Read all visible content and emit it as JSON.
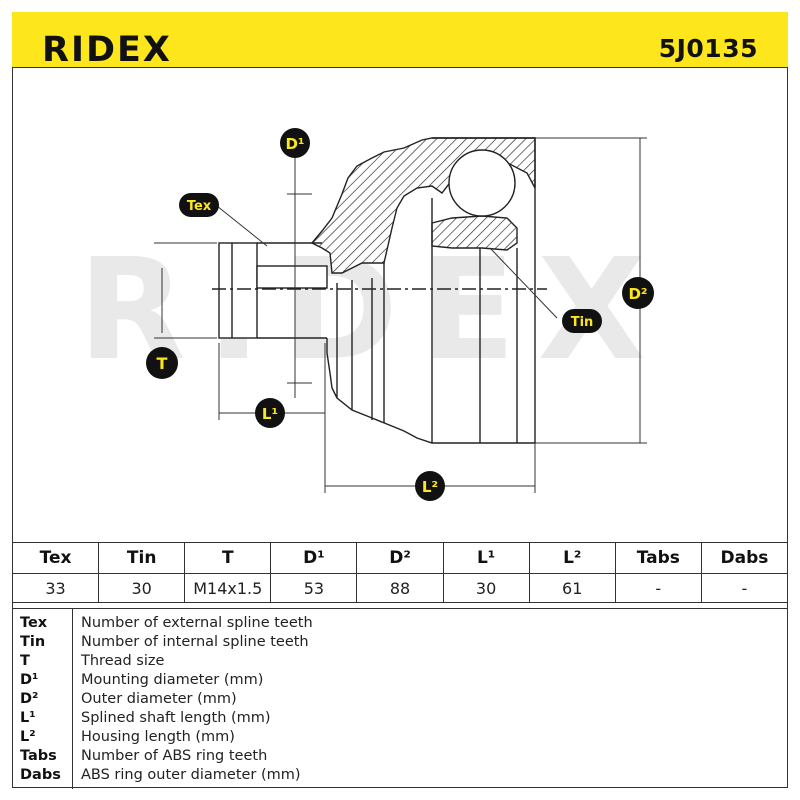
{
  "header": {
    "brand": "RIDEX",
    "part_number": "5J0135",
    "accent_color": "#fde61b"
  },
  "drawing": {
    "watermark": "RIDEX",
    "labels": {
      "d1": "D¹",
      "d2": "D²",
      "tex": "Tex",
      "tin": "Tin",
      "t": "T",
      "l1": "L¹",
      "l2": "L²"
    }
  },
  "spec_table": {
    "headers": [
      "Tex",
      "Tin",
      "T",
      "D¹",
      "D²",
      "L¹",
      "L²",
      "Tabs",
      "Dabs"
    ],
    "values": [
      "33",
      "30",
      "M14x1.5",
      "53",
      "88",
      "30",
      "61",
      "-",
      "-"
    ]
  },
  "legend": [
    {
      "abbr": "Tex",
      "desc": "Number of external spline teeth"
    },
    {
      "abbr": "Tin",
      "desc": "Number of internal spline teeth"
    },
    {
      "abbr": "T",
      "desc": "Thread size"
    },
    {
      "abbr": "D¹",
      "desc": "Mounting diameter (mm)"
    },
    {
      "abbr": "D²",
      "desc": "Outer diameter (mm)"
    },
    {
      "abbr": "L¹",
      "desc": "Splined shaft length (mm)"
    },
    {
      "abbr": "L²",
      "desc": "Housing length (mm)"
    },
    {
      "abbr": "Tabs",
      "desc": "Number of ABS ring teeth"
    },
    {
      "abbr": "Dabs",
      "desc": "ABS ring outer diameter (mm)"
    }
  ]
}
